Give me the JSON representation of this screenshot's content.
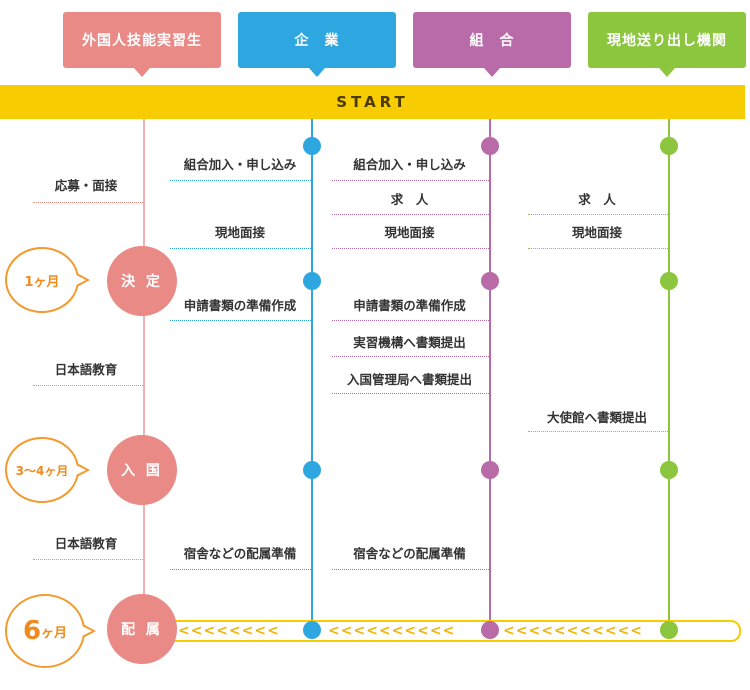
{
  "headers": [
    {
      "label": "外国人技能実習生",
      "color": "#e98a87"
    },
    {
      "label": "企　業",
      "color": "#2ea7e0"
    },
    {
      "label": "組　合",
      "color": "#b86aa9"
    },
    {
      "label": "現地送り出し機関",
      "color": "#8cc63f"
    }
  ],
  "start_label": "START",
  "milestones": {
    "decision": {
      "label": "決 定",
      "month": "1ヶ月"
    },
    "entry": {
      "label": "入 国",
      "month": "3〜4ヶ月"
    },
    "assignment": {
      "label": "配 属",
      "month_num": "6",
      "month_unit": "ヶ月"
    }
  },
  "steps": {
    "trainee": {
      "apply": "応募・面接",
      "jp_edu1": "日本語教育",
      "jp_edu2": "日本語教育"
    },
    "company": {
      "join": "組合加入・申し込み",
      "interview": "現地面接",
      "docs": "申請書類の準備作成",
      "dorm": "宿舎などの配属準備"
    },
    "union": {
      "join": "組合加入・申し込み",
      "recruit": "求　人",
      "interview": "現地面接",
      "docs": "申請書類の準備作成",
      "submit_org": "実習機構へ書類提出",
      "submit_imm": "入国管理局へ書類提出",
      "dorm": "宿舎などの配属準備"
    },
    "agency": {
      "recruit": "求　人",
      "interview": "現地面接",
      "embassy": "大使館へ書類提出"
    }
  },
  "arrows": "<<<<<<<<",
  "arrows2": "<<<<<<<<<<",
  "arrows3": "<<<<<<<<<<<"
}
